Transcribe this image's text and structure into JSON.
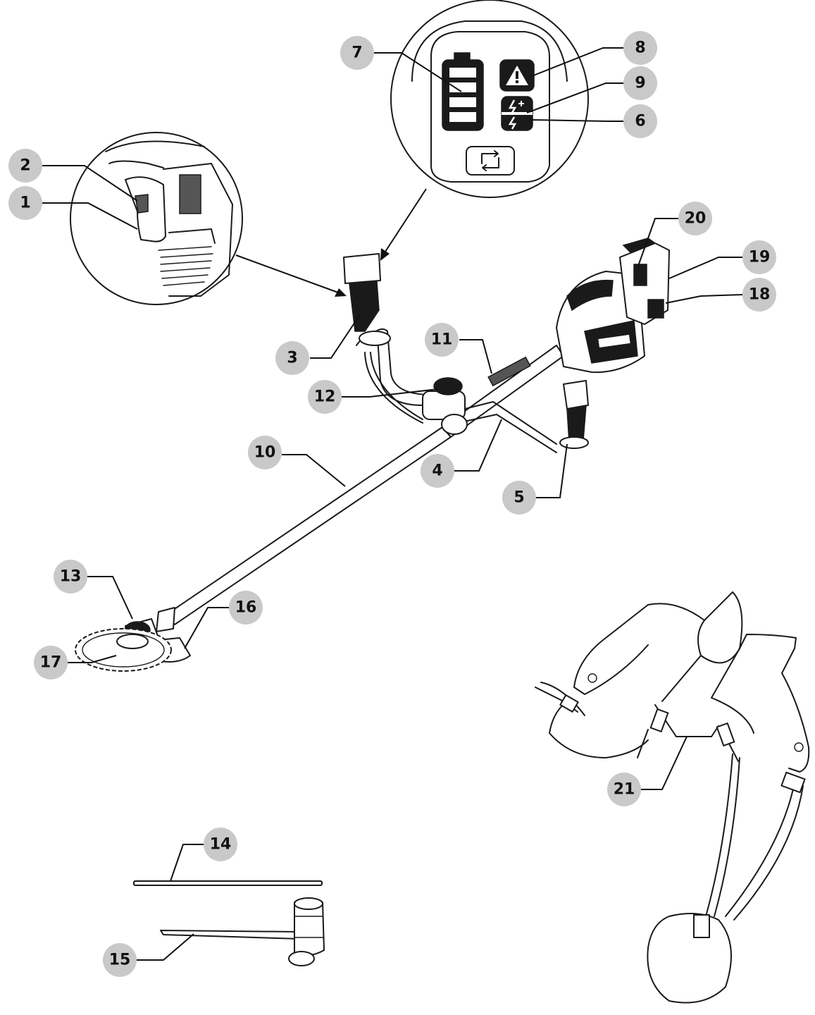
{
  "callouts": [
    {
      "id": "1",
      "label": "1"
    },
    {
      "id": "2",
      "label": "2"
    },
    {
      "id": "3",
      "label": "3"
    },
    {
      "id": "4",
      "label": "4"
    },
    {
      "id": "5",
      "label": "5"
    },
    {
      "id": "6",
      "label": "6"
    },
    {
      "id": "7",
      "label": "7"
    },
    {
      "id": "8",
      "label": "8"
    },
    {
      "id": "9",
      "label": "9"
    },
    {
      "id": "10",
      "label": "10"
    },
    {
      "id": "11",
      "label": "11"
    },
    {
      "id": "12",
      "label": "12"
    },
    {
      "id": "13",
      "label": "13"
    },
    {
      "id": "14",
      "label": "14"
    },
    {
      "id": "15",
      "label": "15"
    },
    {
      "id": "16",
      "label": "16"
    },
    {
      "id": "17",
      "label": "17"
    },
    {
      "id": "18",
      "label": "18"
    },
    {
      "id": "19",
      "label": "19"
    },
    {
      "id": "20",
      "label": "20"
    },
    {
      "id": "21",
      "label": "21"
    }
  ],
  "colors": {
    "callout_fill": "#c9c9c9",
    "ink": "#111111",
    "background": "#ffffff"
  },
  "icons": {
    "battery_gauge": "battery-level-icon",
    "warning": "warning-triangle-icon",
    "speed": "speed-mode-icon",
    "reverse": "reverse-rotation-icon"
  }
}
